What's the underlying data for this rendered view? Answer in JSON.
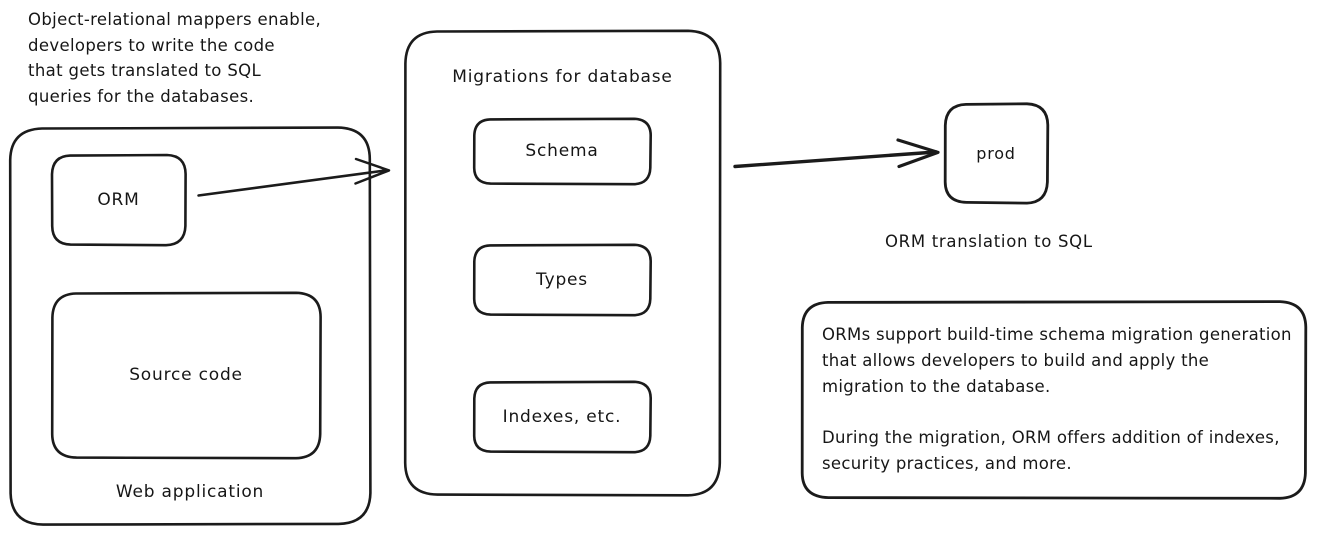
{
  "diagram": {
    "title_note": "Object-relational mappers enable,\ndevelopers to write the code\nthat gets translated to SQL\nqueries for the databases.",
    "stroke_color": "#1b1b1b",
    "background_color": "#ffffff",
    "web_application": {
      "label": "Web application",
      "children": [
        {
          "label": "ORM"
        },
        {
          "label": "Source code"
        }
      ]
    },
    "migrations": {
      "label": "Migrations for database",
      "children": [
        {
          "label": "Schema"
        },
        {
          "label": "Types"
        },
        {
          "label": "Indexes, etc."
        }
      ]
    },
    "prod": {
      "label": "prod",
      "caption": "ORM translation to SQL"
    },
    "note_card": {
      "paragraph_1": "ORMs support build-time schema migration generation that allows developers to build and apply the migration to the database.",
      "paragraph_2": "During the migration, ORM offers addition of indexes, security practices, and more."
    },
    "arrows": [
      {
        "name": "orm-to-migrations",
        "from": "ORM",
        "to": "Migrations for database"
      },
      {
        "name": "migrations-to-prod",
        "from": "Migrations for database",
        "to": "prod"
      }
    ]
  }
}
